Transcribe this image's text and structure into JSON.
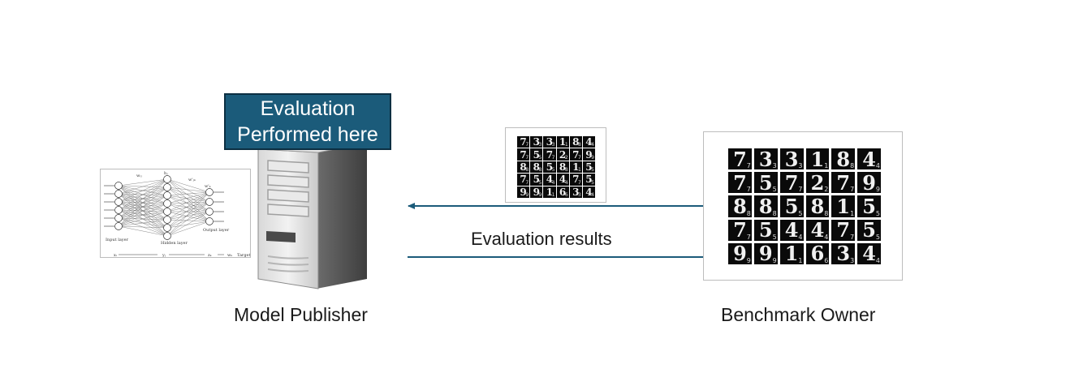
{
  "evaluation_box": {
    "line1": "Evaluation",
    "line2": "Performed here"
  },
  "arrows": {
    "result_label": "Evaluation results"
  },
  "labels": {
    "publisher": "Model Publisher",
    "owner": "Benchmark Owner"
  },
  "network_figure": {
    "input_layer": "Input layer",
    "hidden_layer": "Hidden layer",
    "output_layer": "Output layer",
    "target": "Target",
    "x_label": "xᵢ",
    "y_label": "yⱼ",
    "z_label": "zₖ",
    "w_label": "wₖ",
    "w_top": "wᵢⱼ",
    "w_mid": "w'ⱼₖ",
    "w_right": "w'ₖ",
    "h_top": "hⱼ"
  },
  "digits": [
    7,
    3,
    3,
    1,
    8,
    4,
    7,
    5,
    7,
    2,
    7,
    9,
    8,
    8,
    5,
    8,
    1,
    5,
    7,
    5,
    4,
    4,
    7,
    5,
    9,
    9,
    1,
    6,
    3,
    4
  ],
  "colors": {
    "box_fill": "#1b5b7a",
    "box_border": "#0c2f42",
    "arrow": "#1b5b7a"
  },
  "icons": [
    "server-icon",
    "neural-network-icon",
    "mnist-digits-icon",
    "arrow-left-icon",
    "arrow-right-icon"
  ]
}
